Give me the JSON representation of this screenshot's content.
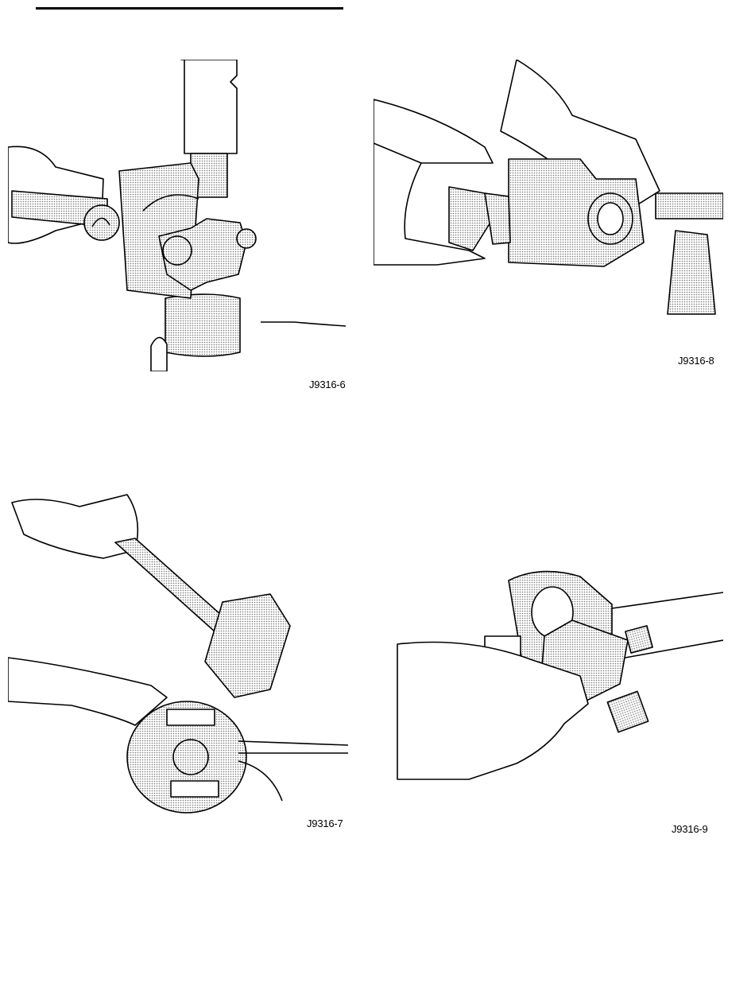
{
  "figures": [
    {
      "id": "fig-6",
      "label": "J9316-6",
      "icon": "press-universal-joint-illustration"
    },
    {
      "id": "fig-8",
      "label": "J9316-8",
      "icon": "remove-yoke-bearing-cap-illustration"
    },
    {
      "id": "fig-7",
      "label": "J9316-7",
      "icon": "hammer-yoke-illustration"
    },
    {
      "id": "fig-9",
      "label": "J9316-9",
      "icon": "remove-cross-from-yoke-illustration"
    }
  ],
  "colors": {
    "ink": "#000000",
    "shade": "#c8c8c8",
    "paper": "#ffffff"
  }
}
